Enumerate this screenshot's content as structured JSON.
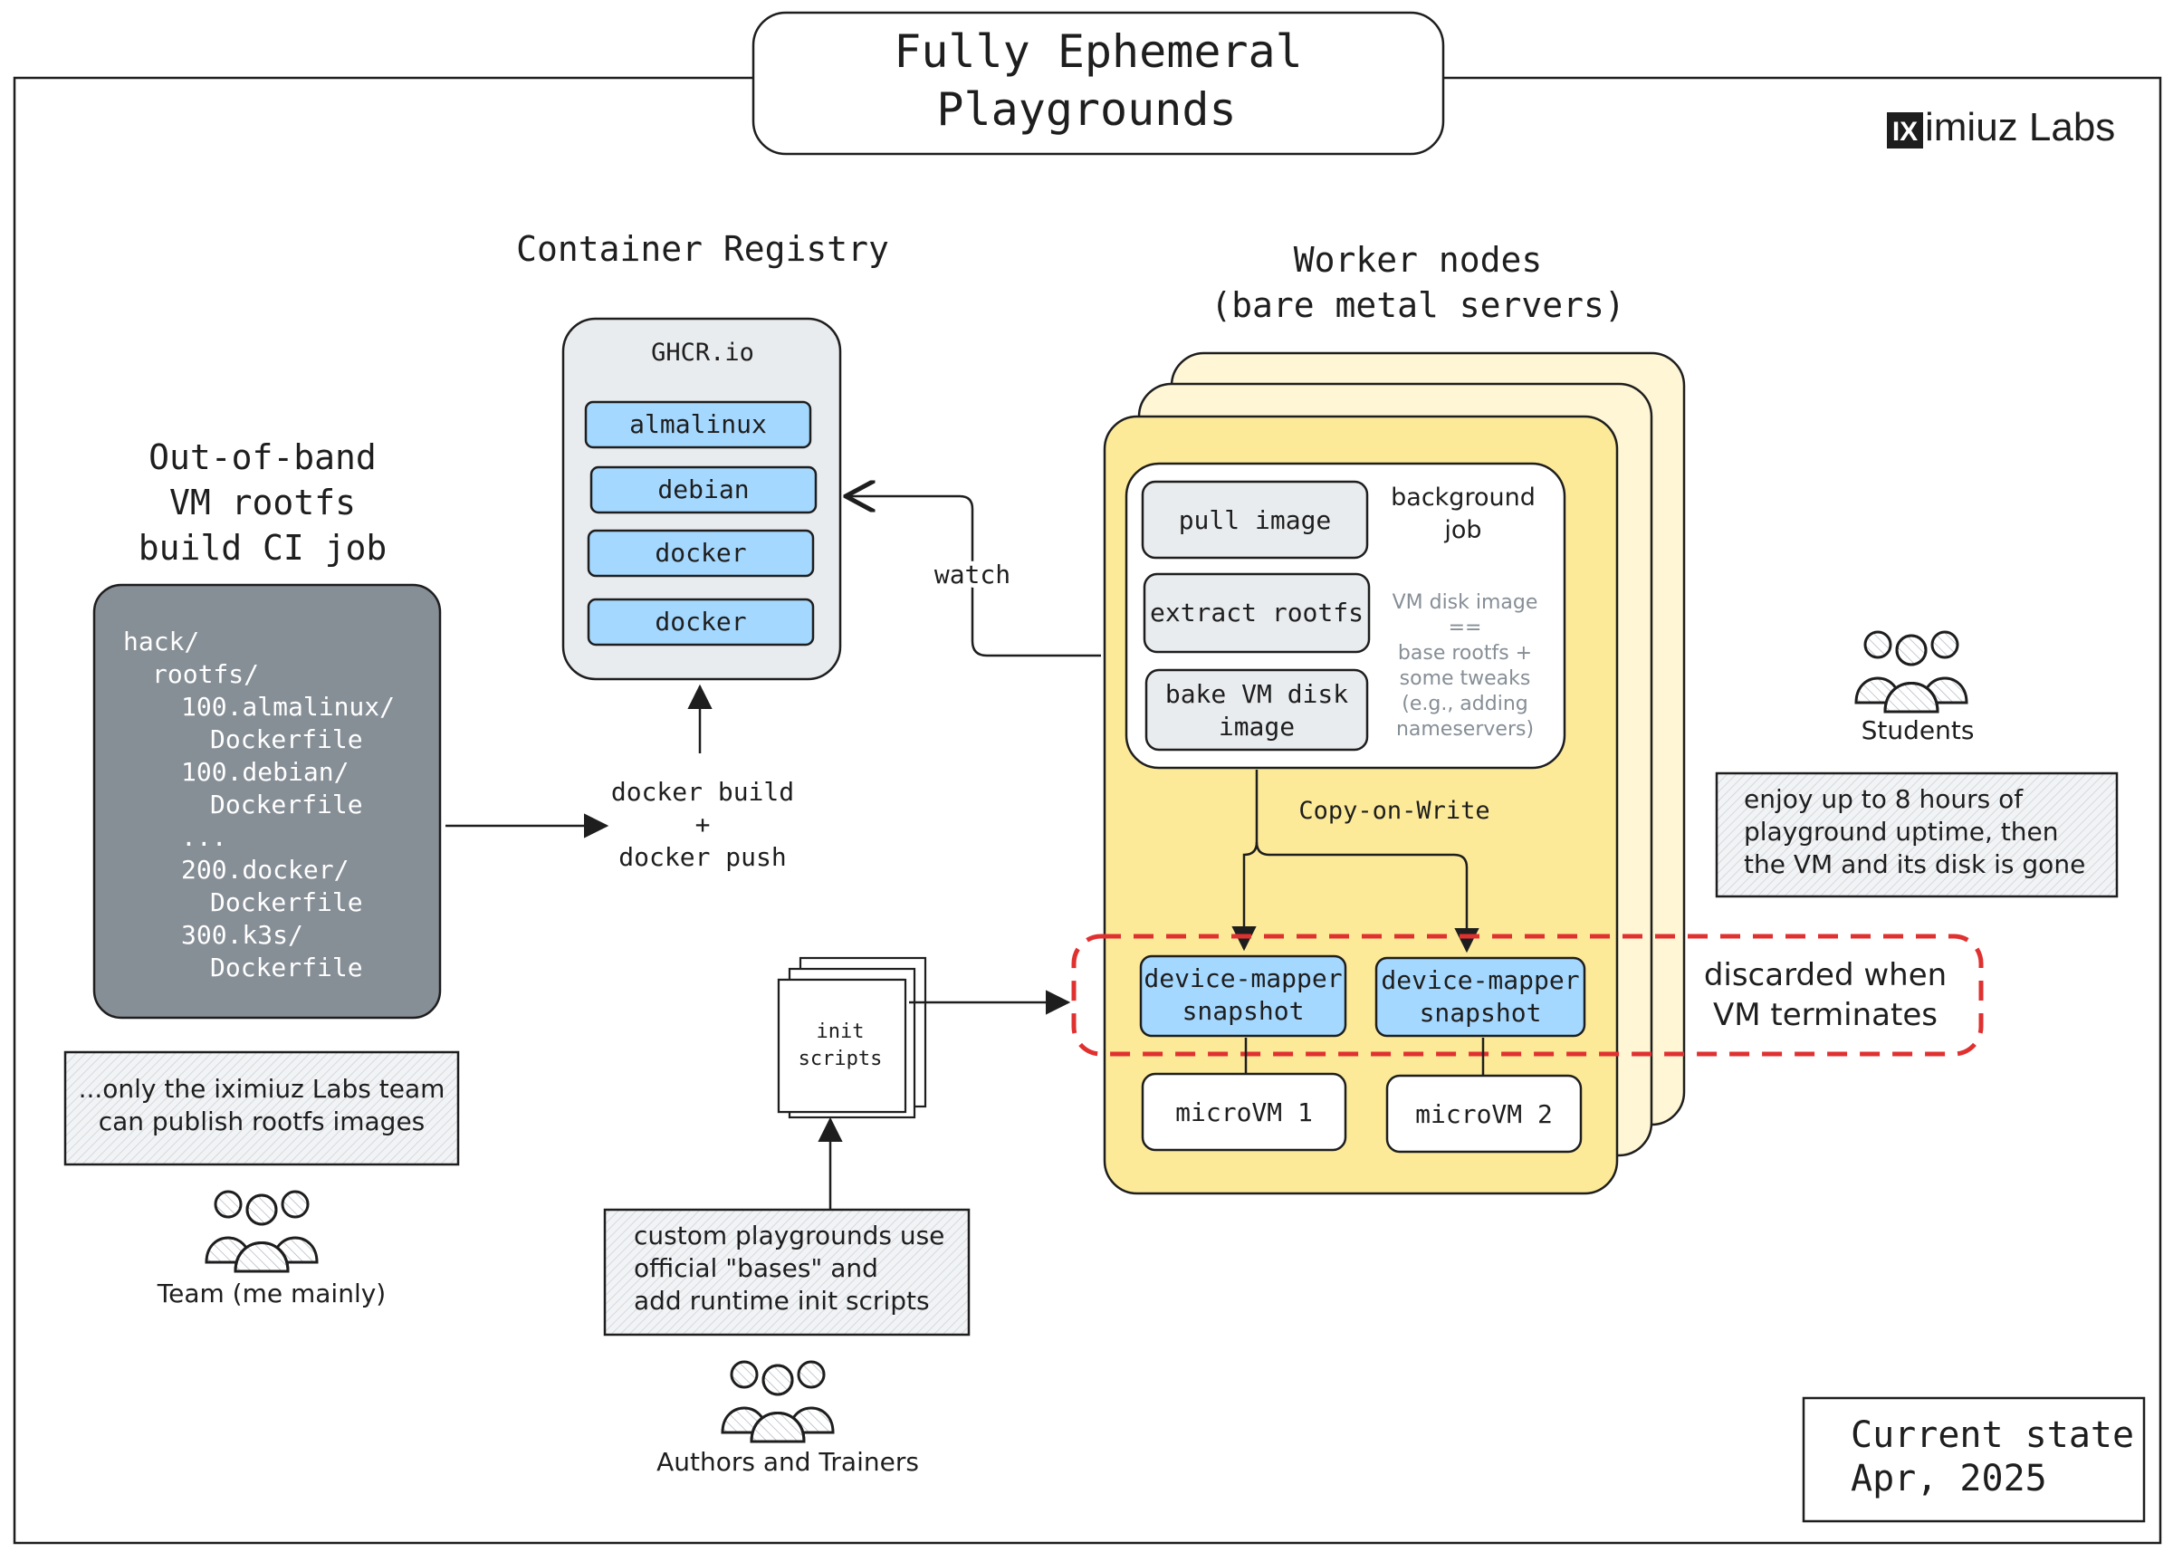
{
  "title": {
    "line1": "Fully Ephemeral",
    "line2": "Playgrounds"
  },
  "brand": {
    "mark": "IX",
    "text": "imiuz Labs"
  },
  "ci": {
    "heading": [
      "Out-of-band",
      "VM rootfs",
      "build CI job"
    ],
    "tree": [
      "hack/",
      "rootfs/",
      "100.almalinux/",
      "Dockerfile",
      "100.debian/",
      "Dockerfile",
      "...",
      "200.docker/",
      "Dockerfile",
      "300.k3s/",
      "Dockerfile"
    ],
    "note": [
      "...only the iximiuz Labs team",
      "can publish rootfs images"
    ],
    "actor": "Team (me mainly)"
  },
  "registry": {
    "heading": "Container Registry",
    "name": "GHCR.io",
    "images": [
      "almalinux",
      "debian",
      "docker",
      "docker"
    ]
  },
  "build": {
    "line1": "docker build",
    "line2": "+",
    "line3": "docker push"
  },
  "watch_label": "watch",
  "workers": {
    "heading": [
      "Worker nodes",
      "(bare metal servers)"
    ],
    "steps": {
      "pull": "pull image",
      "extract": "extract rootfs",
      "bake": [
        "bake VM disk",
        "image"
      ]
    },
    "bg_job": [
      "background",
      "job"
    ],
    "disk_note": [
      "VM disk image",
      "==",
      "base rootfs +",
      "some tweaks",
      "(e.g., adding",
      "nameservers)"
    ],
    "cow": "Copy-on-Write",
    "snapshots": [
      [
        "device-mapper",
        "snapshot"
      ],
      [
        "device-mapper",
        "snapshot"
      ]
    ],
    "vms": [
      "microVM 1",
      "microVM 2"
    ]
  },
  "discard": [
    "discarded when",
    "VM terminates"
  ],
  "init": [
    "init",
    "scripts"
  ],
  "authors": {
    "note": [
      "custom playgrounds use",
      "official \"bases\" and",
      "add runtime init scripts"
    ],
    "actor": "Authors and Trainers"
  },
  "students": {
    "actor": "Students",
    "note": [
      "enjoy up to 8 hours of",
      "playground uptime, then",
      "the VM and its disk is gone"
    ]
  },
  "state": {
    "line1": "Current state",
    "line2": "Apr, 2025"
  },
  "colors": {
    "ink": "#1e1e1e",
    "yellow": "#fdea99",
    "yellow_light": "#fff6d6",
    "gray_box": "#e9ecef",
    "image_blue": "#a5d8ff",
    "ci_dark": "#868e96",
    "discard_red": "#e03131",
    "note_gray": "#868e96"
  },
  "icons": [
    "people-icon"
  ]
}
